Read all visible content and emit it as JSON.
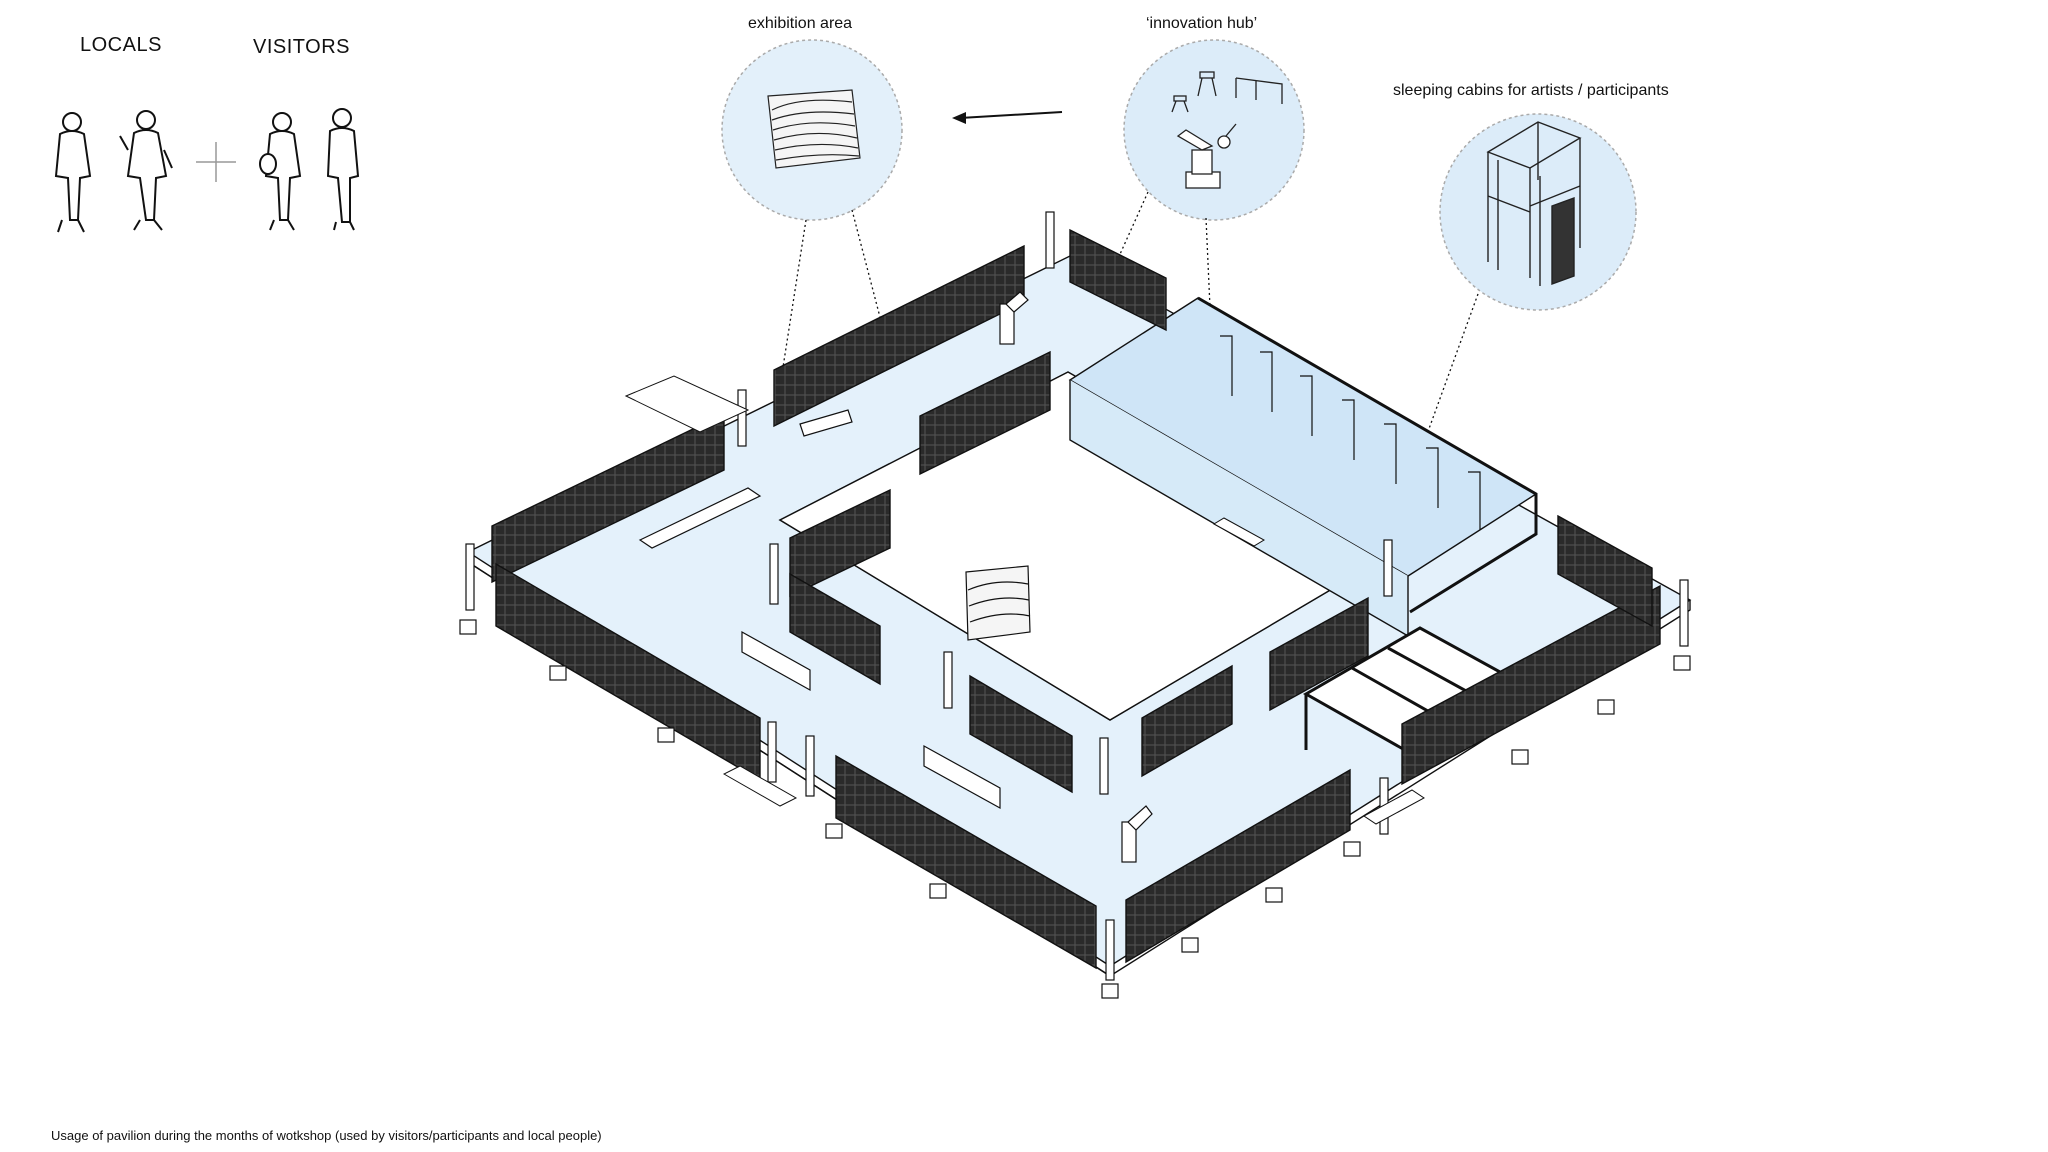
{
  "legend": {
    "locals_label": "LOCALS",
    "visitors_label": "VISITORS",
    "plus_symbol": "+"
  },
  "callouts": {
    "exhibition": "exhibition area",
    "innovation_hub": "‘innovation hub’",
    "sleeping_cabins": "sleeping cabins for artists / participants"
  },
  "caption": "Usage of pavilion during the months of wotkshop (used by visitors/participants and local people)",
  "colors": {
    "floor_blue": "#e4f1fb",
    "bubble_blue": "#dcecf9",
    "glass_blue": "#cfe5f7",
    "wall_dark": "#222222",
    "line": "#111111"
  },
  "icons": {
    "people": "person-silhouette",
    "exhibit": "wave-sculpture",
    "hub": "robot-arm-and-tools",
    "cabin": "timber-frame-cabin"
  }
}
